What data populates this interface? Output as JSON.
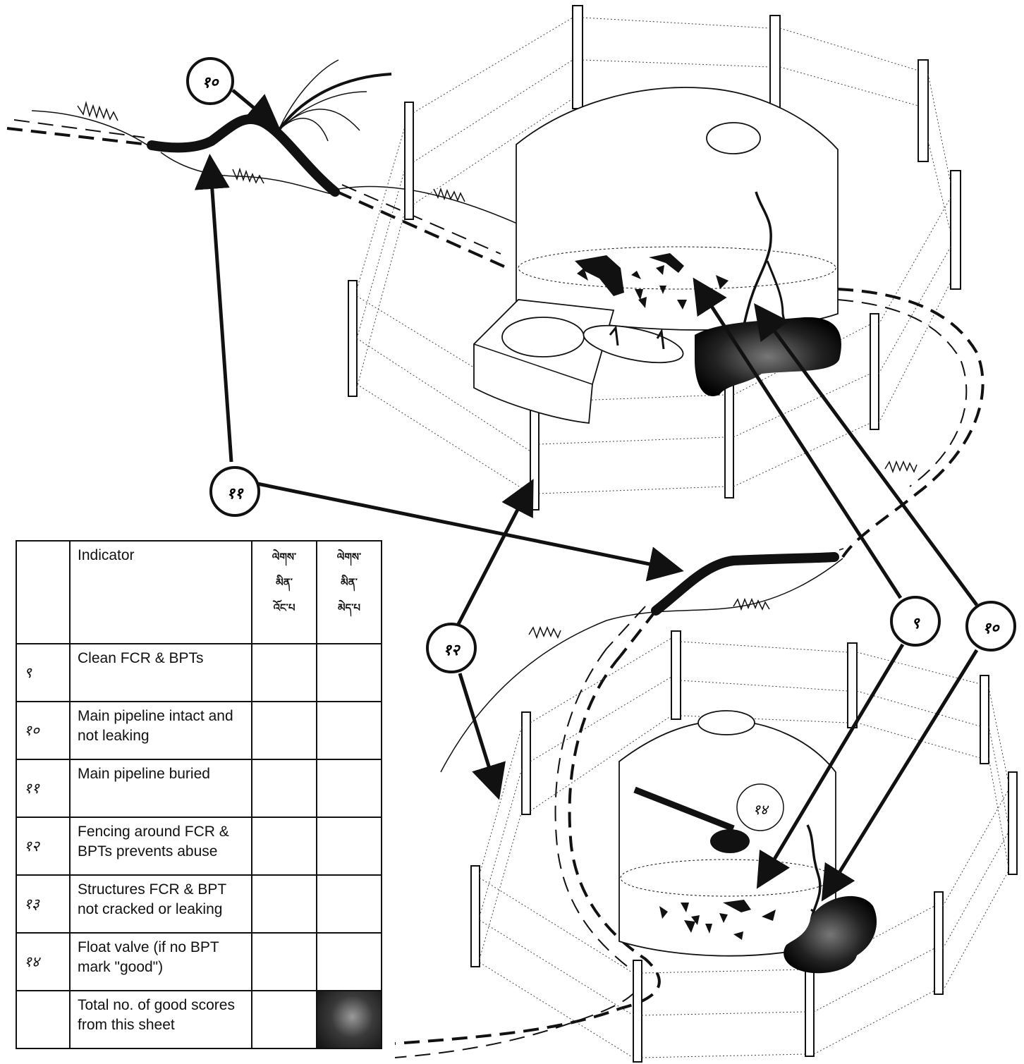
{
  "callouts": {
    "c10_top": "१०",
    "c11": "११",
    "c12": "१२",
    "c9": "९",
    "c10_right": "१०",
    "c14": "१४"
  },
  "table": {
    "headers": {
      "indicator": "Indicator",
      "col_a": [
        "ལེགས་",
        "མིན་",
        "འོང་པ"
      ],
      "col_b": [
        "ལེགས་",
        "མིན་",
        "མེད་པ"
      ]
    },
    "rows": [
      {
        "num": "९",
        "indicator": "Clean FCR & BPTs"
      },
      {
        "num": "१०",
        "indicator": "Main pipeline intact and not leaking"
      },
      {
        "num": "११",
        "indicator": "Main pipeline buried"
      },
      {
        "num": "१२",
        "indicator": "Fencing around FCR & BPTs prevents abuse"
      },
      {
        "num": "१३",
        "indicator": "Structures FCR & BPT not cracked or leaking"
      },
      {
        "num": "१४",
        "indicator": "Float valve (if no BPT mark \"good\")"
      },
      {
        "num": "",
        "indicator": "Total no. of good scores from this sheet"
      }
    ]
  }
}
